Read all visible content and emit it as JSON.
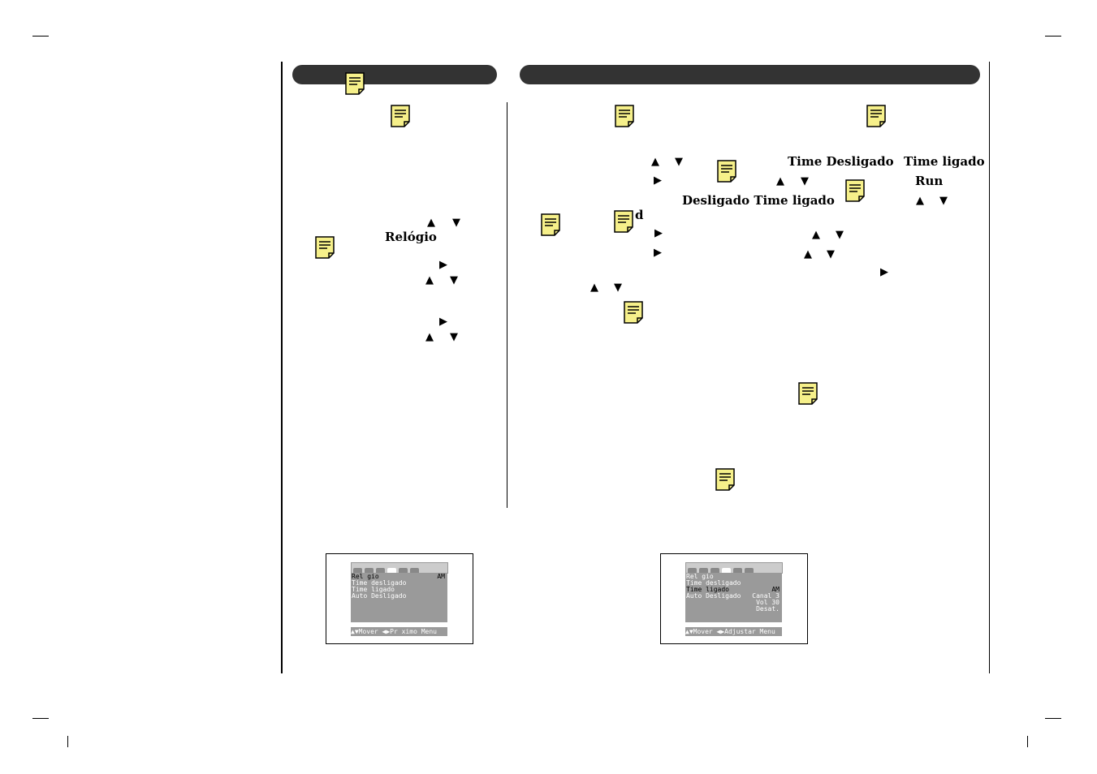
{
  "labels": {
    "relogio": "Relógio",
    "time_desligado": "Time Desligado",
    "time_ligado": "Time ligado",
    "run": "Run",
    "desligado_time_ligado": "Desligado Time ligado",
    "d_fragment": "d"
  },
  "glyphs": {
    "up": "▲",
    "down": "▼",
    "right": "▶"
  },
  "note_icon": "note-icon",
  "colors": {
    "note_fill": "#f6f08a",
    "bar": "#333333",
    "osd_panel": "#9a9a9a"
  },
  "osd_left": {
    "rows": [
      {
        "label": "Rel gio",
        "value": "AM"
      },
      {
        "label": "Time desligado",
        "value": ""
      },
      {
        "label": "Time ligado",
        "value": ""
      },
      {
        "label": "Auto Desligado",
        "value": ""
      }
    ],
    "footer": "▲▼Mover ◀▶Pr ximo Menu"
  },
  "osd_right": {
    "rows": [
      {
        "label": "Rel gio",
        "value": ""
      },
      {
        "label": "Time desligado",
        "value": ""
      },
      {
        "label": "Time ligado",
        "value": "AM"
      },
      {
        "label": "Auto Desligado",
        "value": "Canal 3"
      },
      {
        "label": "",
        "value": "Vol  30"
      },
      {
        "label": "",
        "value": "Desat."
      }
    ],
    "footer": "▲▼Mover ◀▶Adjustar Menu"
  }
}
